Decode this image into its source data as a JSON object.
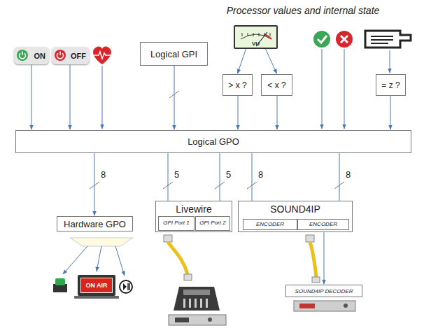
{
  "diagram": {
    "nodes": [
      {
        "text": [
          "ON"
        ]
      },
      {
        "text": [
          "OFF"
        ]
      },
      {
        "text": [
          "Logical GPI"
        ]
      },
      {
        "text": [
          "VU"
        ]
      },
      {
        "text": [
          "> x ?"
        ]
      },
      {
        "text": [
          "< x ?"
        ]
      },
      {
        "text": [
          "= z ?"
        ]
      },
      {
        "text": [
          "Logical GPO"
        ]
      },
      {
        "text": [
          "Hardware GPO"
        ]
      },
      {
        "text": [
          "Livewire"
        ]
      },
      {
        "text": [
          "GPI Port 1"
        ],
        "in": 9
      },
      {
        "text": [
          "GPI Port 2"
        ],
        "in": 9
      },
      {
        "text": [
          "SOUND4IP"
        ]
      },
      {
        "text": [
          "ENCODER"
        ],
        "in": 12
      },
      {
        "text": [
          "ENCODER"
        ],
        "in": 12
      },
      {
        "text": [
          "ON AIR"
        ]
      },
      {
        "text": [
          "SOUND4IP DECODER"
        ]
      }
    ],
    "edges": [
      {
        "from": 0,
        "to": 7,
        "arrow": "to"
      },
      {
        "from": 1,
        "to": 7,
        "arrow": "to"
      },
      {
        "from": 2,
        "to": 7,
        "arrow": "to"
      },
      {
        "from": 3,
        "to": 4,
        "arrow": "to"
      },
      {
        "from": 3,
        "to": 5,
        "arrow": "to"
      },
      {
        "from": 4,
        "to": 7,
        "arrow": "to"
      },
      {
        "from": 5,
        "to": 7,
        "arrow": "to"
      },
      {
        "from": 6,
        "to": 7,
        "arrow": "to"
      },
      {
        "from": 7,
        "to": 8,
        "arrow": "to",
        "label": "8"
      },
      {
        "from": 7,
        "to": 10,
        "arrow": "to",
        "label": "5"
      },
      {
        "from": 7,
        "to": 11,
        "arrow": "to",
        "label": "5"
      },
      {
        "from": 7,
        "to": 13,
        "arrow": "to",
        "label": "8"
      },
      {
        "from": 7,
        "to": 14,
        "arrow": "to",
        "label": "8"
      },
      {
        "from": 14,
        "to": 16,
        "arrow": "to"
      }
    ],
    "labels": [
      "Processor values and internal state"
    ]
  }
}
